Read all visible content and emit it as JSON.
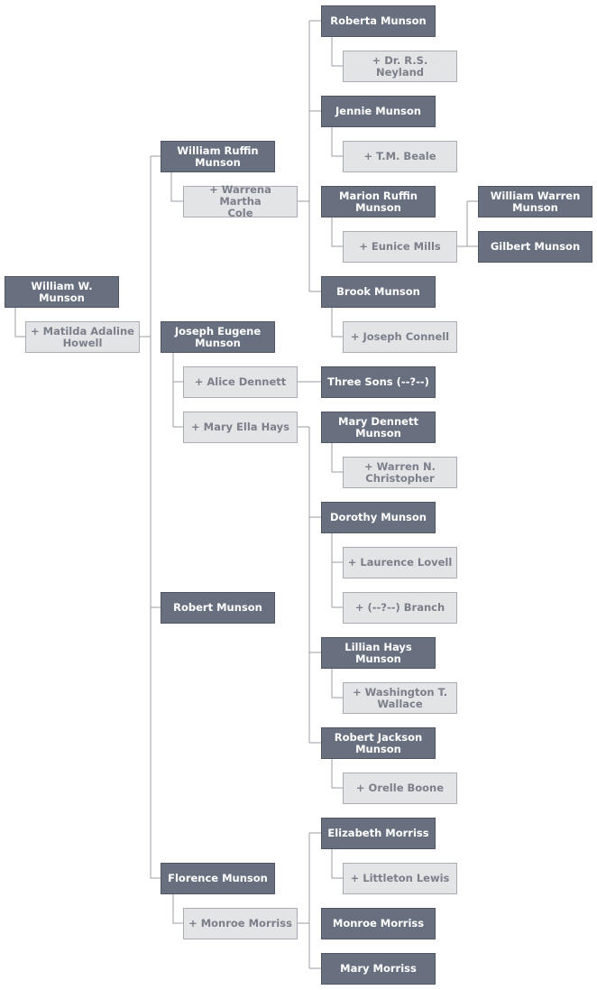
{
  "colors": {
    "person_fill": "#68707f",
    "person_text": "#ffffff",
    "spouse_fill": "#e3e4e6",
    "spouse_text": "#7a7f8a",
    "connector": "#9a9da3"
  },
  "people": {
    "william_w": "William W. Munson",
    "matilda": "+ Matilda Adaline\nHowell",
    "william_ruffin": "William  Ruffin\nMunson",
    "warrena": "+ Warrena Martha\nCole",
    "roberta": "Roberta Munson",
    "neyland": "+ Dr. R.S. Neyland",
    "jennie": "Jennie Munson",
    "beale": "+ T.M. Beale",
    "marion": "Marion Ruffin\nMunson",
    "eunice": "+ Eunice Mills",
    "william_warren": "William Warren\nMunson",
    "gilbert": "Gilbert Munson",
    "brook": "Brook Munson",
    "joseph_connell": "+ Joseph Connell",
    "joseph_eugene": "Joseph Eugene\nMunson",
    "alice": "+ Alice Dennett",
    "three_sons": "Three Sons (--?--)",
    "mary_ella": "+ Mary Ella Hays",
    "mary_dennett": "Mary Dennett\nMunson",
    "warren_n": "+ Warren N.\nChristopher",
    "dorothy": "Dorothy Munson",
    "laurence": "+ Laurence Lovell",
    "branch": "+ (--?--) Branch",
    "lillian": "Lillian Hays\nMunson",
    "washington": "+ Washington T.\nWallace",
    "robert_jackson": "Robert Jackson\nMunson",
    "orelle": "+ Orelle Boone",
    "robert": "Robert Munson",
    "florence": "Florence Munson",
    "monroe_spouse": "+ Monroe Morriss",
    "elizabeth": "Elizabeth Morriss",
    "littleton": "+ Littleton Lewis",
    "monroe_child": "Monroe Morriss",
    "mary_morriss": "Mary Morriss"
  }
}
